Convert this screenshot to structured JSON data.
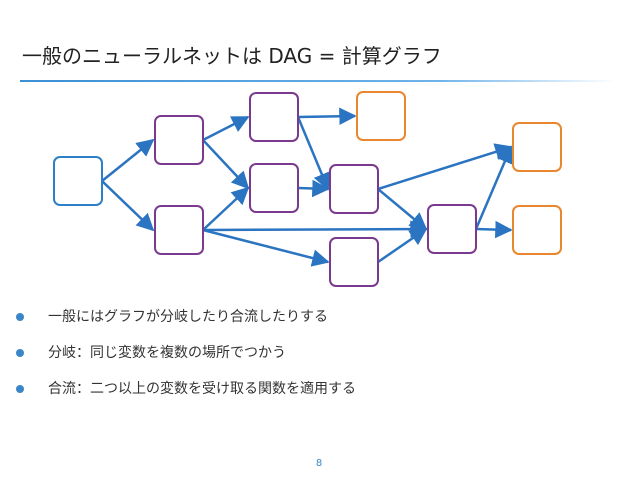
{
  "slide": {
    "title": "一般のニューラルネットは DAG = 計算グラフ",
    "bullets": [
      "一般にはグラフが分岐したり合流したりする",
      "分岐：同じ変数を複数の場所でつかう",
      "合流：二つ以上の変数を受け取る関数を適用する"
    ],
    "page_number": "8"
  },
  "colors": {
    "input": "#2e7fc6",
    "hidden": "#7a3b8f",
    "output": "#e8872e",
    "edge": "#2a74c1",
    "bullet": "#3a86c8"
  },
  "graph": {
    "nodes": [
      {
        "id": "in",
        "kind": "input"
      },
      {
        "id": "h1",
        "kind": "hidden"
      },
      {
        "id": "h2",
        "kind": "hidden"
      },
      {
        "id": "h3",
        "kind": "hidden"
      },
      {
        "id": "o1",
        "kind": "output"
      },
      {
        "id": "h4",
        "kind": "hidden"
      },
      {
        "id": "h5",
        "kind": "hidden"
      },
      {
        "id": "h6",
        "kind": "hidden"
      },
      {
        "id": "h7",
        "kind": "hidden"
      },
      {
        "id": "o2",
        "kind": "output"
      },
      {
        "id": "o3",
        "kind": "output"
      }
    ],
    "edges": [
      [
        "in",
        "h1"
      ],
      [
        "in",
        "h2"
      ],
      [
        "h1",
        "h3"
      ],
      [
        "h1",
        "h4"
      ],
      [
        "h2",
        "h4"
      ],
      [
        "h2",
        "h7"
      ],
      [
        "h2",
        "h6"
      ],
      [
        "h3",
        "o1"
      ],
      [
        "h3",
        "h5"
      ],
      [
        "h4",
        "h5"
      ],
      [
        "h5",
        "o2"
      ],
      [
        "h5",
        "h7"
      ],
      [
        "h6",
        "h7"
      ],
      [
        "h7",
        "o2"
      ],
      [
        "h7",
        "o3"
      ]
    ]
  }
}
